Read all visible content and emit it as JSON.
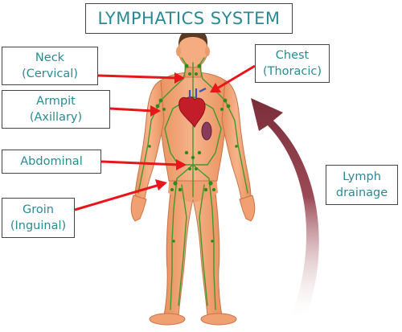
{
  "title": "LYMPHATICS SYSTEM",
  "labels": {
    "neck": {
      "line1": "Neck",
      "line2": "(Cervical)"
    },
    "armpit": {
      "line1": "Armpit",
      "line2": "(Axillary)"
    },
    "abdominal": {
      "line1": "Abdominal"
    },
    "groin": {
      "line1": "Groin",
      "line2": "(Inguinal)"
    },
    "chest": {
      "line1": "Chest",
      "line2": "(Thoracic)"
    },
    "drainage": {
      "line1": "Lymph",
      "line2": "drainage"
    }
  },
  "colors": {
    "text": "#2a8a94",
    "arrow": "#e8161b",
    "skin": "#f4a878",
    "skin_shade": "#e48d5c",
    "lymph": "#3f9a2a",
    "hair": "#5a3a22",
    "drainage_arrow": "#8a3b47"
  }
}
